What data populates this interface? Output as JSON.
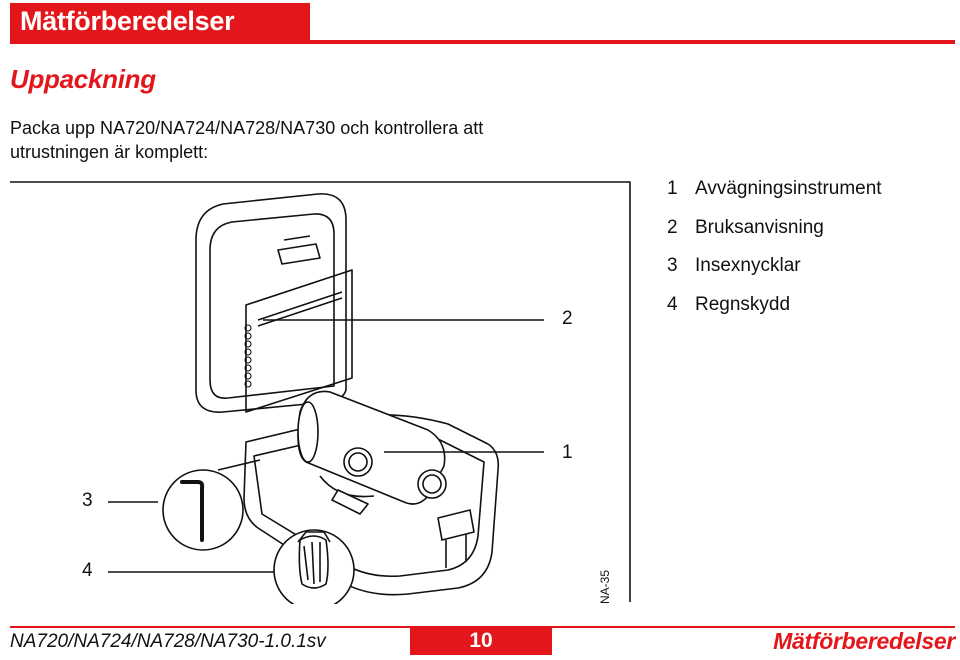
{
  "header": {
    "title": "Mätförberedelser",
    "accent_color": "#e3161b"
  },
  "section": {
    "title": "Uppackning"
  },
  "intro": {
    "line1": "Packa upp NA720/NA724/NA728/NA730 och kontrollera att",
    "line2": "utrustningen är komplett:"
  },
  "figure": {
    "callouts": [
      "2",
      "1",
      "3",
      "4"
    ],
    "code": "NA-35"
  },
  "legend": {
    "items": [
      {
        "num": "1",
        "label": "Avvägningsinstrument"
      },
      {
        "num": "2",
        "label": "Bruksanvisning"
      },
      {
        "num": "3",
        "label": "Insexnycklar"
      },
      {
        "num": "4",
        "label": "Regnskydd"
      }
    ]
  },
  "footer": {
    "doc_id": "NA720/NA724/NA728/NA730-1.0.1sv",
    "page_number": "10",
    "section_name": "Mätförberedelser"
  }
}
